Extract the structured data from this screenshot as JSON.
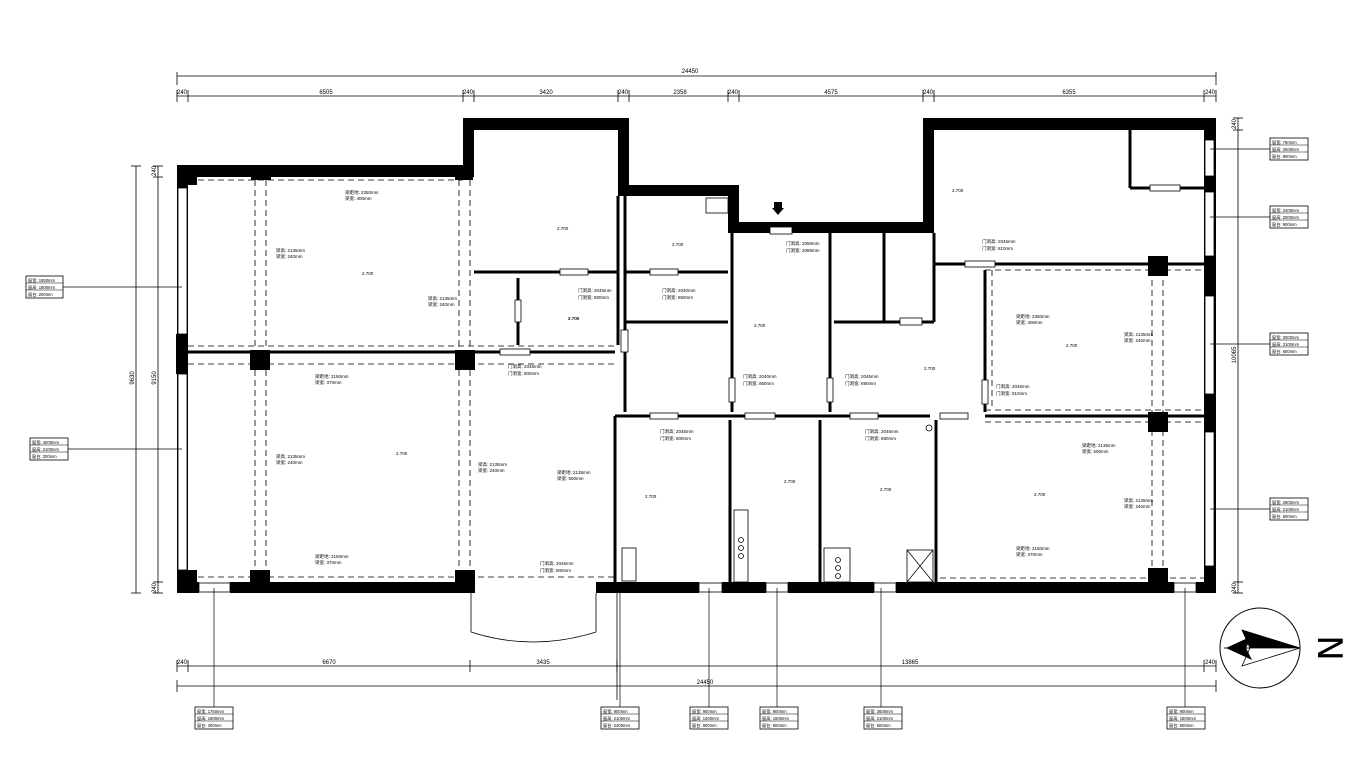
{
  "overall_width": "24450",
  "top_segments": [
    {
      "gap": "240",
      "value": "6505"
    },
    {
      "gap": "240",
      "value": "3420"
    },
    {
      "gap": "240",
      "value": "2358"
    },
    {
      "gap": "240",
      "value": "4575"
    },
    {
      "gap": "240",
      "value": "6355"
    },
    {
      "gap": "240",
      "value": ""
    }
  ],
  "bottom_segments": [
    {
      "gap": "240",
      "value": "6670"
    },
    {
      "gap": "",
      "value": "3435"
    },
    {
      "gap": "",
      "value": "13865"
    },
    {
      "gap": "240",
      "value": ""
    }
  ],
  "left_dims": {
    "outer": "9630",
    "inner": "9150",
    "gap_top": "240",
    "gap_bottom": "240"
  },
  "right_dims": {
    "outer": "10065",
    "gap_top": "240",
    "gap_bottom": "240"
  },
  "room_heights": [
    "2.700",
    "2.700",
    "2.700",
    "2.700",
    "2.700",
    "2.700",
    "2.700",
    "2.700",
    "2.700",
    "2.700",
    "2.700",
    "2.700",
    "2.700",
    "2.700"
  ],
  "door_notes": [
    {
      "line1": "门洞高: 2045mm",
      "line2": "门洞宽: 800mm"
    },
    {
      "line1": "门洞高: 2040mm",
      "line2": "门洞宽: 850mm"
    },
    {
      "line1": "门洞高: 2050mm",
      "line2": "门洞宽: 2085mm"
    },
    {
      "line1": "门洞高: 2045mm",
      "line2": "门洞宽: 810mm"
    },
    {
      "line1": "门洞高: 2045mm",
      "line2": "门洞宽: 800mm"
    },
    {
      "line1": "门洞高: 2045mm",
      "line2": "门洞宽: 690mm"
    }
  ],
  "beam_notes": [
    {
      "line1": "梁距地: 2350mm",
      "line2": "梁宽: 400mm"
    },
    {
      "line1": "梁高: 2135mm",
      "line2": "梁宽: 240mm"
    },
    {
      "line1": "梁距地: 2150mm",
      "line2": "梁宽: 370mm"
    },
    {
      "line1": "梁距地: 2135mm",
      "line2": "梁宽: 500mm"
    }
  ],
  "window_tags": [
    {
      "l1": "窗宽: 1850mm",
      "l2": "窗高: 1900mm",
      "l3": "窗台: 200mm"
    },
    {
      "l1": "窗宽: 4000mm",
      "l2": "窗高: 2100mm",
      "l3": "窗台: 200mm"
    },
    {
      "l1": "窗宽: 750mm",
      "l2": "窗高: 2000mm",
      "l3": "窗台: 900mm"
    },
    {
      "l1": "窗宽: 2400mm",
      "l2": "窗高: 2000mm",
      "l3": "窗台: 900mm"
    },
    {
      "l1": "窗宽: 2000mm",
      "l2": "窗高: 2100mm",
      "l3": "窗台: 600mm"
    },
    {
      "l1": "窗宽: 2800mm",
      "l2": "窗高: 2100mm",
      "l3": "窗台: 600mm"
    },
    {
      "l1": "窗宽: 1750mm",
      "l2": "窗高: 1900mm",
      "l3": "窗台: 300mm"
    },
    {
      "l1": "窗宽: 900mm",
      "l2": "窗高: 2100mm",
      "l3": "窗台: 2400mm"
    },
    {
      "l1": "窗宽: 900mm",
      "l2": "窗高: 1300mm",
      "l3": "窗台: 900mm"
    },
    {
      "l1": "窗宽: 900mm",
      "l2": "窗高: 1600mm",
      "l3": "窗台: 900mm"
    },
    {
      "l1": "窗宽: 3600mm",
      "l2": "窗高: 2100mm",
      "l3": "窗台: 600mm"
    },
    {
      "l1": "窗宽: 900mm",
      "l2": "窗高: 1600mm",
      "l3": "窗台: 600mm"
    }
  ],
  "north_label": "N"
}
